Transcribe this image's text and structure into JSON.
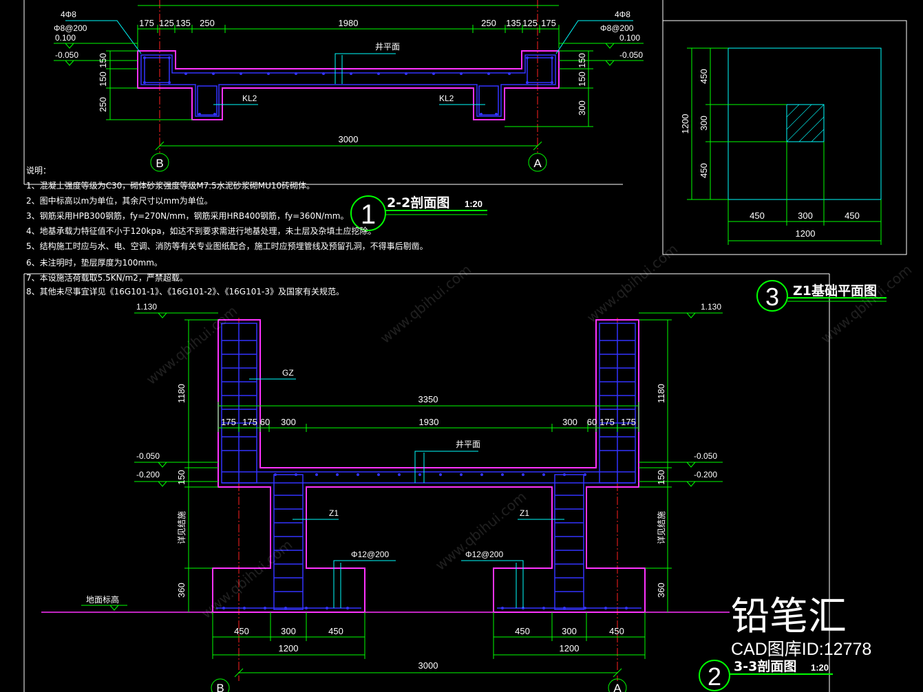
{
  "colors": {
    "background": "#000000",
    "dimension": "#00ff00",
    "concrete_outline": "#ff33ff",
    "rebar": "#3333ff",
    "axis": "#ff2020",
    "leader": "#00ffff",
    "text": "#ffffff"
  },
  "section22": {
    "title": "2-2剖面图",
    "scale": "1:20",
    "bubble": "1",
    "top_dims": [
      "175",
      "125",
      "135",
      "250",
      "1980",
      "250",
      "135",
      "125",
      "175"
    ],
    "left_rebar": [
      "4Φ8",
      "Φ8@200"
    ],
    "right_rebar": [
      "4Φ8",
      "Φ8@200"
    ],
    "left_levels": [
      "0.100",
      "-0.050"
    ],
    "right_levels": [
      "0.100",
      "-0.050"
    ],
    "left_vdims": [
      "150",
      "150",
      "250"
    ],
    "right_vdims": [
      "150",
      "150",
      "300"
    ],
    "beam_labels": [
      "KL2",
      "KL2"
    ],
    "well_label": "井平面",
    "axis_dim": "3000",
    "axis_left": "B",
    "axis_right": "A"
  },
  "notes": {
    "heading": "说明：",
    "lines": [
      "1、混凝土强度等级为C30，砌体砂浆强度等级M7.5水泥砂浆砌MU10砖砌体。",
      "2、图中标高以m为单位，其余尺寸以mm为单位。",
      "3、钢筋采用HPB300钢筋，fy=270N/mm，钢筋采用HRB400钢筋，fy=360N/mm。",
      "4、地基承载力特征值不小于120kpa，如达不到要求需进行地基处理，未土层及杂填土应挖除。",
      "5、结构施工时应与水、电、空调、消防等有关专业图纸配合，施工时应预埋管线及预留孔洞，不得事后剔凿。",
      "6、未注明时，垫层厚度为100mm。",
      "7、本设施活荷载取5.5KN/m2，严禁超载。",
      "8、其他未尽事宜详见《16G101-1》、《16G101-2》、《16G101-3》及国家有关规范。"
    ]
  },
  "planZ1": {
    "title": "Z1基础平面图",
    "bubble": "3",
    "vdims": [
      "450",
      "300",
      "450"
    ],
    "vtotal": "1200",
    "hdims": [
      "450",
      "300",
      "450"
    ],
    "htotal": "1200"
  },
  "section33": {
    "title": "3-3剖面图",
    "scale": "1:20",
    "bubble": "2",
    "levels_left": [
      "1.130",
      "-0.050",
      "-0.200"
    ],
    "levels_right": [
      "1.130",
      "-0.050",
      "-0.200"
    ],
    "col_label": "GZ",
    "col_height_left": "1180",
    "col_height_right": "1180",
    "total_dim": "3350",
    "sub_dims": [
      "175",
      "175",
      "60",
      "300",
      "1930",
      "300",
      "60",
      "175",
      "175"
    ],
    "well_label": "井平面",
    "vdims_left": [
      "150",
      "详见结施",
      "360"
    ],
    "vdims_right": [
      "150",
      "详见结施",
      "360"
    ],
    "pier_labels": [
      "Z1",
      "Z1"
    ],
    "bar_labels": [
      "Φ12@200",
      "Φ12@200"
    ],
    "ground_label": "地面标高",
    "footing_dims_left": [
      "450",
      "300",
      "450"
    ],
    "footing_total_left": "1200",
    "footing_dims_right": [
      "450",
      "300",
      "450"
    ],
    "footing_total_right": "1200",
    "axis_dim": "3000",
    "axis_left": "B",
    "axis_right": "A"
  },
  "watermark": {
    "brand": "铅笔汇",
    "id_text": "CAD图库ID:12778",
    "url": "www.qbihui.com"
  }
}
